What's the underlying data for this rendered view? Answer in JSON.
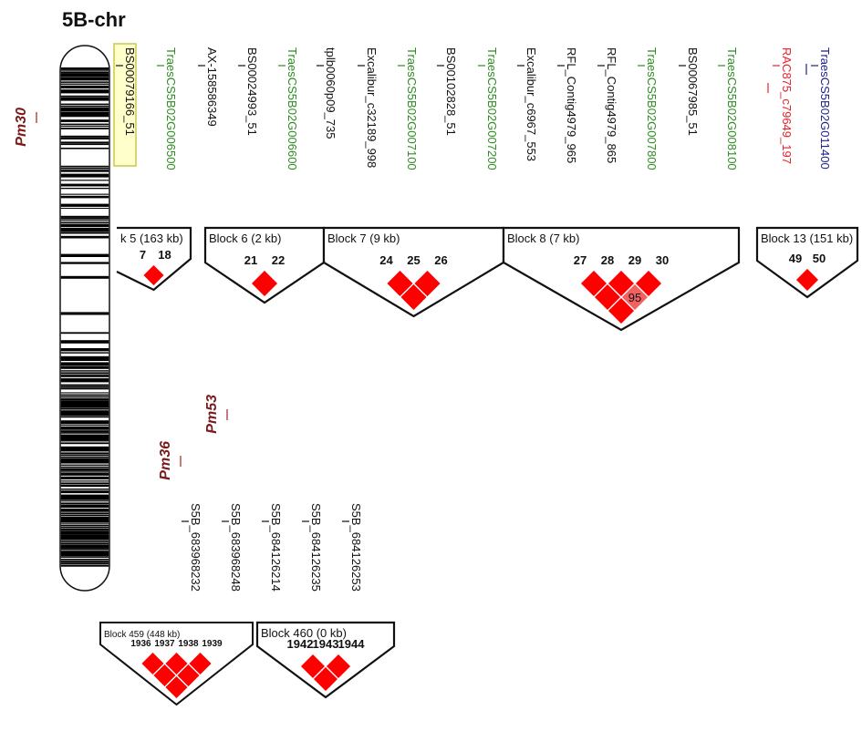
{
  "title": "5B-chr",
  "colors": {
    "black": "#111111",
    "green": "#2e8b22",
    "red": "#e8202a",
    "navy": "#1e1e8c",
    "gene_label": "#7a1a1a",
    "ld_full": "#ff0000",
    "ld_partial": "#f26060",
    "highlight_fill": "#ffffcc",
    "highlight_stroke": "#c9c94a"
  },
  "genes": [
    {
      "id": "pm30",
      "label": "Pm30"
    },
    {
      "id": "pm53",
      "label": "Pm53"
    },
    {
      "id": "pm36",
      "label": "Pm36"
    }
  ],
  "top_markers": [
    {
      "label": "BS00079166_51",
      "color": "black",
      "highlight": true
    },
    {
      "label": "TraesCS5B02G006500",
      "color": "green"
    },
    {
      "label": "AX-158586349",
      "color": "black"
    },
    {
      "label": "BS00024993_51",
      "color": "black"
    },
    {
      "label": "TraesCS5B02G006600",
      "color": "green"
    },
    {
      "label": "tplb0060p09_735",
      "color": "black"
    },
    {
      "label": "Excalibur_c32189_998",
      "color": "black"
    },
    {
      "label": "TraesCS5B02G007100",
      "color": "green"
    },
    {
      "label": "BS00102828_51",
      "color": "black"
    },
    {
      "label": "TraesCS5B02G007200",
      "color": "green"
    },
    {
      "label": "Excalibur_c6967_553",
      "color": "black"
    },
    {
      "label": "RFL_Contig4979_965",
      "color": "black"
    },
    {
      "label": "RFL_Contig4979_865",
      "color": "black"
    },
    {
      "label": "TraesCS5B02G007800",
      "color": "green"
    },
    {
      "label": "BS00067985_51",
      "color": "black"
    },
    {
      "label": "TraesCS5B02G008100",
      "color": "green"
    },
    {
      "label": "RAC875_c79649_197",
      "color": "red"
    },
    {
      "label": "TraesCS5B02G011400",
      "color": "navy"
    }
  ],
  "bottom_markers": [
    {
      "label": "S5B_683968232",
      "color": "black"
    },
    {
      "label": "S5B_683968248",
      "color": "black"
    },
    {
      "label": "S5B_684126214",
      "color": "black"
    },
    {
      "label": "S5B_684126235",
      "color": "black"
    },
    {
      "label": "S5B_684126253",
      "color": "black"
    }
  ],
  "blocks": [
    {
      "title": "k 5 (163 kb)",
      "markers": [
        "7",
        "18"
      ],
      "cells": []
    },
    {
      "title": "Block 6 (2 kb)",
      "markers": [
        "21",
        "22"
      ],
      "cells": []
    },
    {
      "title": "Block 7 (9 kb)",
      "markers": [
        "24",
        "25",
        "26"
      ],
      "cells": []
    },
    {
      "title": "Block 8 (7 kb)",
      "markers": [
        "27",
        "28",
        "29",
        "30"
      ],
      "cells": [
        {
          "i": 1,
          "j": 3,
          "value": "95"
        }
      ]
    },
    {
      "title": "Block 13 (151 kb)",
      "markers": [
        "49",
        "50"
      ],
      "cells": []
    },
    {
      "title": "Block 459 (448 kb)",
      "markers": [
        "1936",
        "1937",
        "1938",
        "1939"
      ],
      "cells": []
    },
    {
      "title": "Block 460 (0 kb)",
      "markers": [
        "1942",
        "1943",
        "1944"
      ],
      "cells": []
    }
  ]
}
